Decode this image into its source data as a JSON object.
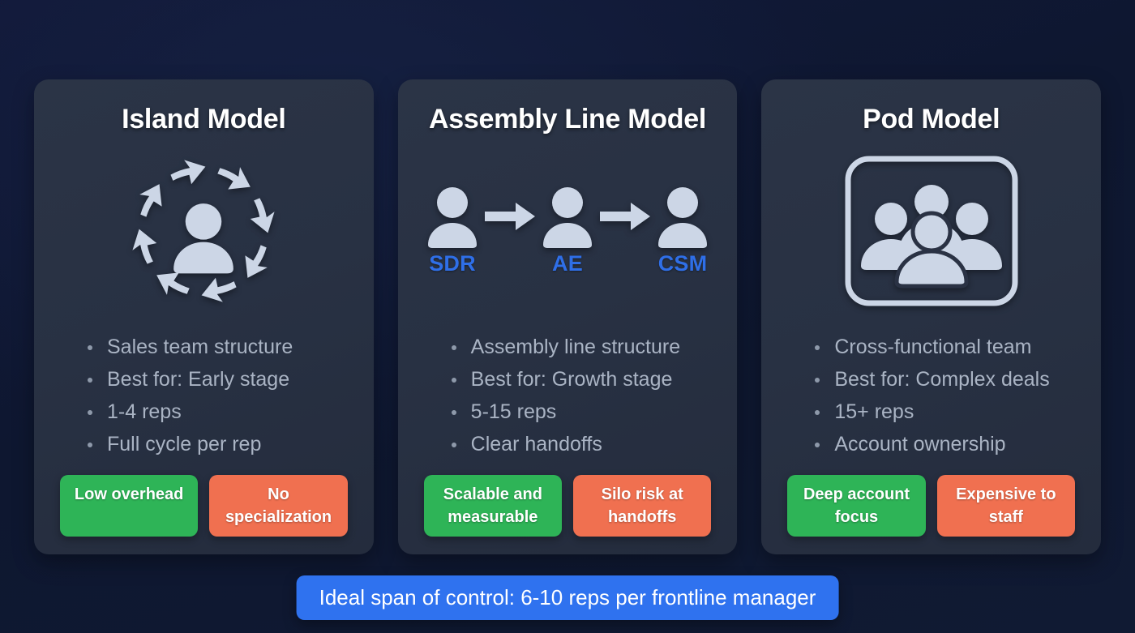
{
  "theme": {
    "background": "#101a33",
    "card_background": "#2a3244",
    "title_color": "#ffffff",
    "bullet_color": "#aab4c4",
    "accent_blue": "#2f6fe8",
    "pro_green": "#2eb457",
    "con_orange": "#f07050",
    "banner_blue": "#2f72ef"
  },
  "cards": [
    {
      "title": "Island Model",
      "icon": "circular-arrows-person-icon",
      "bullets": [
        "Sales team structure",
        "Best for: Early stage",
        "1-4 reps",
        "Full cycle per rep"
      ],
      "pro": "Low overhead",
      "con": "No specialization"
    },
    {
      "title": "Assembly Line Model",
      "icon": "person-arrow-flow-icon",
      "flow": [
        {
          "label": "SDR",
          "icon": "person-icon"
        },
        {
          "label": "AE",
          "icon": "person-icon"
        },
        {
          "label": "CSM",
          "icon": "person-icon"
        }
      ],
      "bullets": [
        "Assembly line structure",
        "Best for: Growth stage",
        "5-15 reps",
        "Clear handoffs"
      ],
      "pro": "Scalable and measurable",
      "con": "Silo risk at handoffs"
    },
    {
      "title": "Pod Model",
      "icon": "group-in-frame-icon",
      "bullets": [
        "Cross-functional team",
        "Best for: Complex deals",
        "15+ reps",
        "Account ownership"
      ],
      "pro": "Deep account focus",
      "con": "Expensive to staff"
    }
  ],
  "footer": {
    "banner_text": "Ideal span of control: 6-10 reps per frontline manager"
  }
}
